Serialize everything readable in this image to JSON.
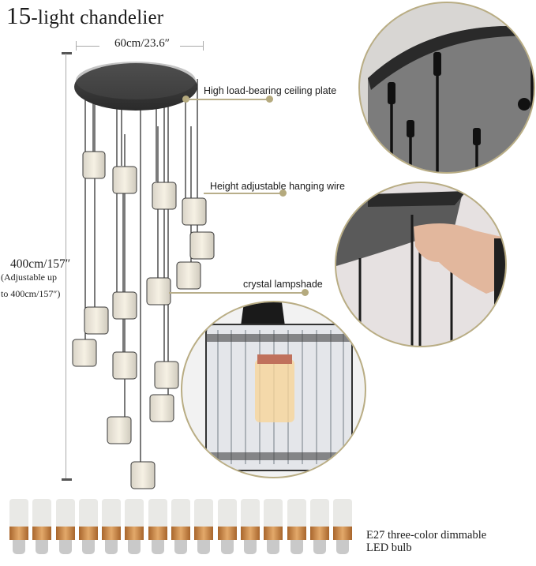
{
  "title": {
    "number": "15",
    "rest": "-light chandelier"
  },
  "dimensions": {
    "width": "60cm/23.6″",
    "height": "400cm/157″",
    "height_note_line1": "(Adjustable up",
    "height_note_line2": "to 400cm/157″)"
  },
  "callouts": [
    {
      "label": "High load-bearing ceiling plate"
    },
    {
      "label": "Height adjustable hanging wire"
    },
    {
      "label": "crystal lampshade"
    }
  ],
  "bulbs": {
    "count": 15,
    "label_line1": "E27 three-color dimmable",
    "label_line2": "LED bulb"
  },
  "detail_views": [
    {
      "name": "ceiling-plate-closeup"
    },
    {
      "name": "hand-adjusting-wire"
    },
    {
      "name": "crystal-lampshade-closeup"
    }
  ],
  "colors": {
    "accent_gold": "#b5aa7e",
    "plate_black": "#2b2b2b",
    "bulb_gold": "#c8894a"
  }
}
